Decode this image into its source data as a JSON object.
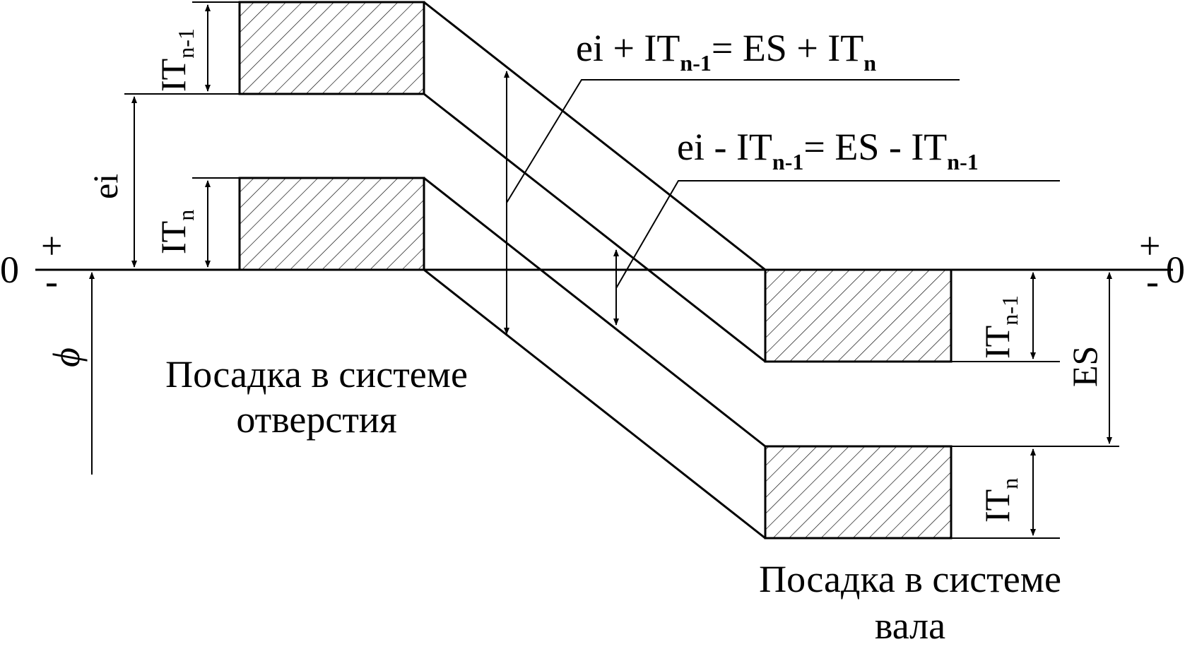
{
  "zero_marks": {
    "left_zero": "0",
    "right_zero": "0",
    "plus": "+",
    "minus": "-"
  },
  "diameter_symbol": "ϕ",
  "dimensions": {
    "it_main": "IT",
    "sub_n": "n",
    "sub_n_minus_1": "n-1",
    "ei": "ei",
    "es": "ES"
  },
  "formulas": {
    "formula_1": {
      "a": "ei + IT",
      "a_sub": "n-1",
      "b": "= ES + IT",
      "b_sub": "n"
    },
    "formula_2": {
      "a": "ei - IT",
      "a_sub": "n-1",
      "b": "= ES - IT",
      "b_sub": "n-1"
    }
  },
  "captions": {
    "hole_system": [
      "Посадка в системе",
      "отверстия"
    ],
    "shaft_system": [
      "Посадка в системе",
      "вала"
    ]
  },
  "colors": {
    "ink": "#000000",
    "background": "#ffffff"
  }
}
